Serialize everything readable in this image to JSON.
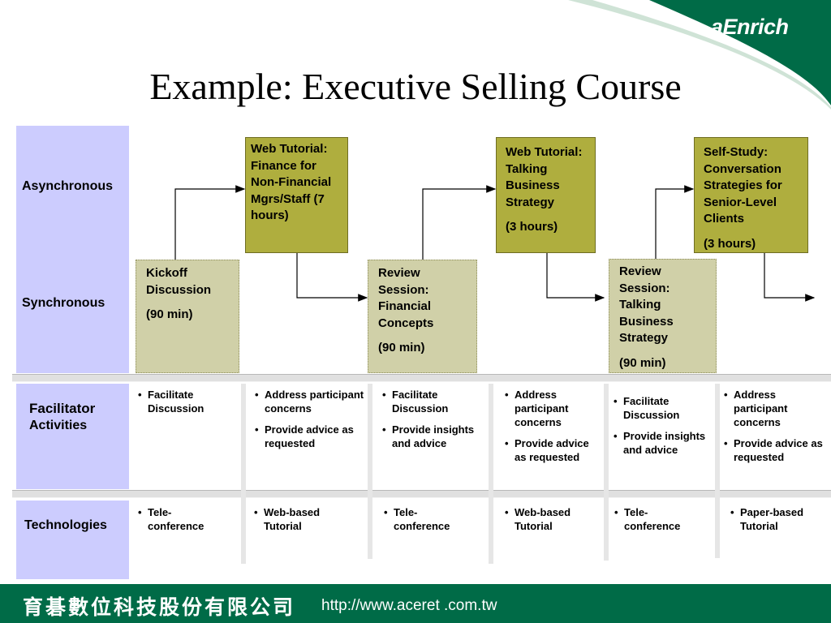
{
  "brand": {
    "logo": "aEnrich",
    "accent_color": "#006b47"
  },
  "title": "Example:  Executive Selling Course",
  "rows": {
    "asynchronous": "Asynchronous",
    "synchronous": "Synchronous",
    "facilitator_1": "Facilitator",
    "facilitator_2": "Activities",
    "technologies": "Technologies"
  },
  "async_boxes": [
    {
      "title": "Web Tutorial: Finance for Non-Financial Mgrs/Staff (7 hours)",
      "duration": ""
    },
    {
      "title": "Web Tutorial: Talking Business Strategy",
      "duration": "(3 hours)"
    },
    {
      "title": "Self-Study: Conversation Strategies for Senior-Level Clients",
      "duration": "(3 hours)"
    }
  ],
  "sync_boxes": [
    {
      "title": "Kickoff Discussion",
      "duration": "(90 min)"
    },
    {
      "title": "Review Session: Financial Concepts",
      "duration": "(90 min)"
    },
    {
      "title": "Review Session: Talking Business Strategy",
      "duration": "(90 min)"
    }
  ],
  "facilitator_activities": [
    [
      "Facilitate Discussion"
    ],
    [
      "Address participant concerns",
      "Provide advice as requested"
    ],
    [
      "Facilitate Discussion",
      "Provide insights and advice"
    ],
    [
      "Address participant concerns",
      "Provide advice as requested"
    ],
    [
      "Facilitate Discussion",
      "Provide insights and advice"
    ],
    [
      "Address participant concerns",
      "Provide advice as requested"
    ]
  ],
  "technologies": [
    [
      "Tele-conference"
    ],
    [
      "Web-based Tutorial"
    ],
    [
      "Tele-conference"
    ],
    [
      "Web-based Tutorial"
    ],
    [
      "Tele-conference"
    ],
    [
      "Paper-based Tutorial"
    ]
  ],
  "footer": {
    "company": "育碁數位科技股份有限公司",
    "url": "http://www.aceret .com.tw"
  }
}
